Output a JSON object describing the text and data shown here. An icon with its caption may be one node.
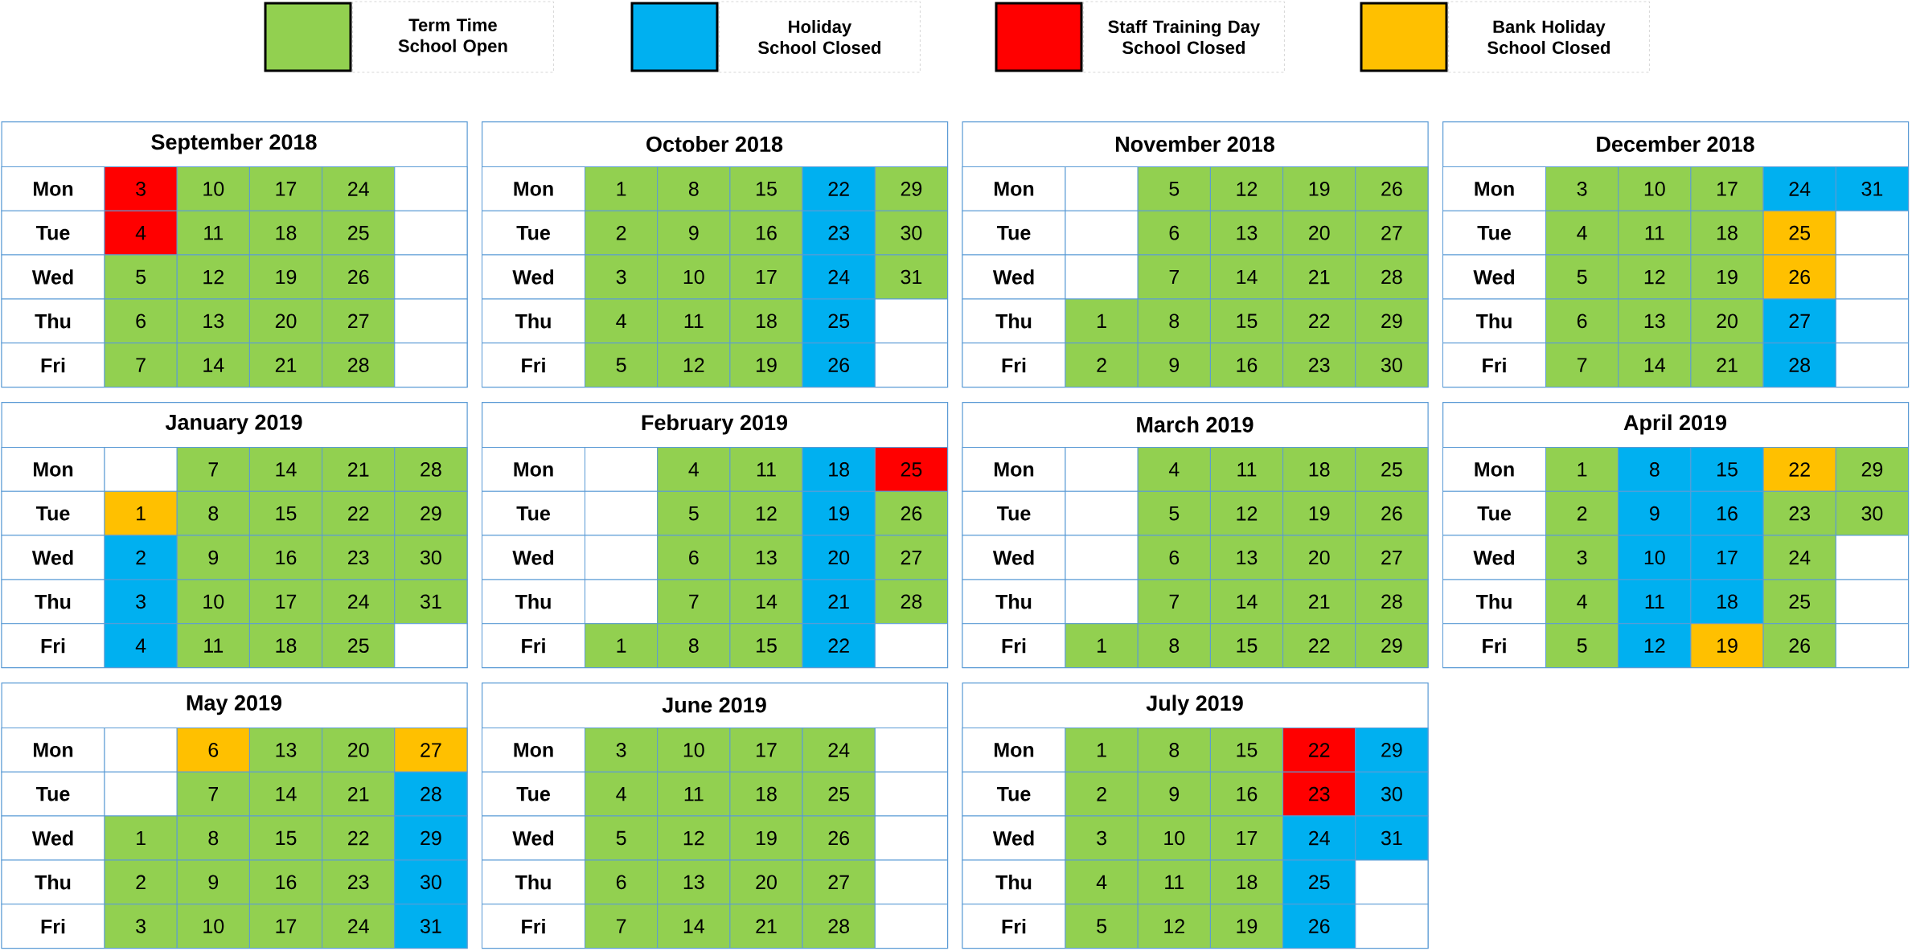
{
  "diagram": {
    "nodes": [
      {
        "text": [
          "September 2018"
        ]
      },
      {
        "text": [
          "Mon"
        ],
        "in": 0
      },
      {
        "text": [
          "3"
        ],
        "in": 0
      },
      {
        "text": [
          "10"
        ],
        "in": 0
      },
      {
        "text": [
          "17"
        ],
        "in": 0
      },
      {
        "text": [
          "24"
        ],
        "in": 0
      },
      {
        "text": [],
        "shape": "box",
        "in": 0
      },
      {
        "text": [
          "Tue"
        ],
        "in": 0
      },
      {
        "text": [
          "4"
        ],
        "in": 0
      },
      {
        "text": [
          "11"
        ],
        "in": 0
      },
      {
        "text": [
          "18"
        ],
        "in": 0
      },
      {
        "text": [
          "25"
        ],
        "in": 0
      },
      {
        "text": [],
        "shape": "box",
        "in": 0
      },
      {
        "text": [
          "Wed"
        ],
        "in": 0
      },
      {
        "text": [
          "5"
        ],
        "in": 0
      },
      {
        "text": [
          "12"
        ],
        "in": 0
      },
      {
        "text": [
          "19"
        ],
        "in": 0
      },
      {
        "text": [
          "26"
        ],
        "in": 0
      },
      {
        "text": [],
        "shape": "box",
        "in": 0
      },
      {
        "text": [
          "Thu"
        ],
        "in": 0
      },
      {
        "text": [
          "6"
        ],
        "in": 0
      },
      {
        "text": [
          "13"
        ],
        "in": 0
      },
      {
        "text": [
          "20"
        ],
        "in": 0
      },
      {
        "text": [
          "27"
        ],
        "in": 0
      },
      {
        "text": [],
        "shape": "box",
        "in": 0
      },
      {
        "text": [
          "Fri"
        ],
        "in": 0
      },
      {
        "text": [
          "7"
        ],
        "in": 0
      },
      {
        "text": [
          "14"
        ],
        "in": 0
      },
      {
        "text": [
          "21"
        ],
        "in": 0
      },
      {
        "text": [
          "28"
        ],
        "in": 0
      },
      {
        "text": [],
        "shape": "box",
        "in": 0
      },
      {
        "text": [
          "October 2018"
        ]
      },
      {
        "text": [
          "Mon"
        ],
        "in": 31
      },
      {
        "text": [
          "1"
        ],
        "in": 31
      },
      {
        "text": [
          "8"
        ],
        "in": 31
      },
      {
        "text": [
          "15"
        ],
        "in": 31
      },
      {
        "text": [
          "22"
        ],
        "in": 31
      },
      {
        "text": [
          "29"
        ],
        "in": 31
      },
      {
        "text": [
          "Tue"
        ],
        "in": 31
      },
      {
        "text": [
          "2"
        ],
        "in": 31
      },
      {
        "text": [
          "9"
        ],
        "in": 31
      },
      {
        "text": [
          "16"
        ],
        "in": 31
      },
      {
        "text": [
          "23"
        ],
        "in": 31
      },
      {
        "text": [
          "30"
        ],
        "in": 31
      },
      {
        "text": [
          "Wed"
        ],
        "in": 31
      },
      {
        "text": [
          "3"
        ],
        "in": 31
      },
      {
        "text": [
          "10"
        ],
        "in": 31
      },
      {
        "text": [
          "17"
        ],
        "in": 31
      },
      {
        "text": [
          "24"
        ],
        "in": 31
      },
      {
        "text": [
          "31"
        ],
        "in": 31
      },
      {
        "text": [
          "Thu"
        ],
        "in": 31
      },
      {
        "text": [
          "4"
        ],
        "in": 31
      },
      {
        "text": [
          "11"
        ],
        "in": 31
      },
      {
        "text": [
          "18"
        ],
        "in": 31
      },
      {
        "text": [
          "25"
        ],
        "in": 31
      },
      {
        "text": [],
        "shape": "box",
        "in": 31
      },
      {
        "text": [
          "Fri"
        ],
        "in": 31
      },
      {
        "text": [
          "5"
        ],
        "in": 31
      },
      {
        "text": [
          "12"
        ],
        "in": 31
      },
      {
        "text": [
          "19"
        ],
        "in": 31
      },
      {
        "text": [
          "26"
        ],
        "in": 31
      },
      {
        "text": [],
        "shape": "box",
        "in": 31
      },
      {
        "text": [
          "November 2018"
        ]
      },
      {
        "text": [
          "Mon"
        ],
        "in": 62
      },
      {
        "text": [],
        "shape": "box",
        "in": 62
      },
      {
        "text": [
          "5"
        ],
        "in": 62
      },
      {
        "text": [
          "12"
        ],
        "in": 62
      },
      {
        "text": [
          "19"
        ],
        "in": 62
      },
      {
        "text": [
          "26"
        ],
        "in": 62
      },
      {
        "text": [
          "Tue"
        ],
        "in": 62
      },
      {
        "text": [],
        "shape": "box",
        "in": 62
      },
      {
        "text": [
          "6"
        ],
        "in": 62
      },
      {
        "text": [
          "13"
        ],
        "in": 62
      },
      {
        "text": [
          "20"
        ],
        "in": 62
      },
      {
        "text": [
          "27"
        ],
        "in": 62
      },
      {
        "text": [
          "Wed"
        ],
        "in": 62
      },
      {
        "text": [],
        "shape": "box",
        "in": 62
      },
      {
        "text": [
          "7"
        ],
        "in": 62
      },
      {
        "text": [
          "14"
        ],
        "in": 62
      },
      {
        "text": [
          "21"
        ],
        "in": 62
      },
      {
        "text": [
          "28"
        ],
        "in": 62
      },
      {
        "text": [
          "Thu"
        ],
        "in": 62
      },
      {
        "text": [
          "1"
        ],
        "in": 62
      },
      {
        "text": [
          "8"
        ],
        "in": 62
      },
      {
        "text": [
          "15"
        ],
        "in": 62
      },
      {
        "text": [
          "22"
        ],
        "in": 62
      },
      {
        "text": [
          "29"
        ],
        "in": 62
      },
      {
        "text": [
          "Fri"
        ],
        "in": 62
      },
      {
        "text": [
          "2"
        ],
        "in": 62
      },
      {
        "text": [
          "9"
        ],
        "in": 62
      },
      {
        "text": [
          "16"
        ],
        "in": 62
      },
      {
        "text": [
          "23"
        ],
        "in": 62
      },
      {
        "text": [
          "30"
        ],
        "in": 62
      },
      {
        "text": [
          "December 2018"
        ]
      },
      {
        "text": [
          "Mon"
        ],
        "in": 93
      },
      {
        "text": [
          "3"
        ],
        "in": 93
      },
      {
        "text": [
          "10"
        ],
        "in": 93
      },
      {
        "text": [
          "17"
        ],
        "in": 93
      },
      {
        "text": [
          "24"
        ],
        "in": 93
      },
      {
        "text": [
          "31"
        ],
        "in": 93
      },
      {
        "text": [
          "Tue"
        ],
        "in": 93
      },
      {
        "text": [
          "4"
        ],
        "in": 93
      },
      {
        "text": [
          "11"
        ],
        "in": 93
      },
      {
        "text": [
          "18"
        ],
        "in": 93
      },
      {
        "text": [
          "25"
        ],
        "in": 93
      },
      {
        "text": [],
        "shape": "box",
        "in": 93
      },
      {
        "text": [
          "Wed"
        ],
        "in": 93
      },
      {
        "text": [
          "5"
        ],
        "in": 93
      },
      {
        "text": [
          "12"
        ],
        "in": 93
      },
      {
        "text": [
          "19"
        ],
        "in": 93
      },
      {
        "text": [
          "26"
        ],
        "in": 93
      },
      {
        "text": [],
        "shape": "box",
        "in": 93
      },
      {
        "text": [
          "Thu"
        ],
        "in": 93
      },
      {
        "text": [
          "6"
        ],
        "in": 93
      },
      {
        "text": [
          "13"
        ],
        "in": 93
      },
      {
        "text": [
          "20"
        ],
        "in": 93
      },
      {
        "text": [
          "27"
        ],
        "in": 93
      },
      {
        "text": [],
        "shape": "box",
        "in": 93
      },
      {
        "text": [
          "Fri"
        ],
        "in": 93
      },
      {
        "text": [
          "7"
        ],
        "in": 93
      },
      {
        "text": [
          "14"
        ],
        "in": 93
      },
      {
        "text": [
          "21"
        ],
        "in": 93
      },
      {
        "text": [
          "28"
        ],
        "in": 93
      },
      {
        "text": [],
        "shape": "box",
        "in": 93
      },
      {
        "text": [
          "January 2019"
        ]
      },
      {
        "text": [
          "Mon"
        ],
        "in": 124
      },
      {
        "text": [],
        "shape": "box",
        "in": 124
      },
      {
        "text": [
          "7"
        ],
        "in": 124
      },
      {
        "text": [
          "14"
        ],
        "in": 124
      },
      {
        "text": [
          "21"
        ],
        "in": 124
      },
      {
        "text": [
          "28"
        ],
        "in": 124
      },
      {
        "text": [
          "Tue"
        ],
        "in": 124
      },
      {
        "text": [
          "1"
        ],
        "in": 124
      },
      {
        "text": [
          "8"
        ],
        "in": 124
      },
      {
        "text": [
          "15"
        ],
        "in": 124
      },
      {
        "text": [
          "22"
        ],
        "in": 124
      },
      {
        "text": [
          "29"
        ],
        "in": 124
      },
      {
        "text": [
          "Wed"
        ],
        "in": 124
      },
      {
        "text": [
          "2"
        ],
        "in": 124
      },
      {
        "text": [
          "9"
        ],
        "in": 124
      },
      {
        "text": [
          "16"
        ],
        "in": 124
      },
      {
        "text": [
          "23"
        ],
        "in": 124
      },
      {
        "text": [
          "30"
        ],
        "in": 124
      },
      {
        "text": [
          "Thu"
        ],
        "in": 124
      },
      {
        "text": [
          "3"
        ],
        "in": 124
      },
      {
        "text": [
          "10"
        ],
        "in": 124
      },
      {
        "text": [
          "17"
        ],
        "in": 124
      },
      {
        "text": [
          "24"
        ],
        "in": 124
      },
      {
        "text": [
          "31"
        ],
        "in": 124
      },
      {
        "text": [
          "Fri"
        ],
        "in": 124
      },
      {
        "text": [
          "4"
        ],
        "in": 124
      },
      {
        "text": [
          "11"
        ],
        "in": 124
      },
      {
        "text": [
          "18"
        ],
        "in": 124
      },
      {
        "text": [
          "25"
        ],
        "in": 124
      },
      {
        "text": [],
        "shape": "box",
        "in": 124
      },
      {
        "text": [
          "February 2019"
        ]
      },
      {
        "text": [
          "Mon"
        ],
        "in": 155
      },
      {
        "text": [],
        "shape": "box",
        "in": 155
      },
      {
        "text": [
          "4"
        ],
        "in": 155
      },
      {
        "text": [
          "11"
        ],
        "in": 155
      },
      {
        "text": [
          "18"
        ],
        "in": 155
      },
      {
        "text": [
          "25"
        ],
        "in": 155
      },
      {
        "text": [
          "Tue"
        ],
        "in": 155
      },
      {
        "text": [],
        "shape": "box",
        "in": 155
      },
      {
        "text": [
          "5"
        ],
        "in": 155
      },
      {
        "text": [
          "12"
        ],
        "in": 155
      },
      {
        "text": [
          "19"
        ],
        "in": 155
      },
      {
        "text": [
          "26"
        ],
        "in": 155
      },
      {
        "text": [
          "Wed"
        ],
        "in": 155
      },
      {
        "text": [],
        "shape": "box",
        "in": 155
      },
      {
        "text": [
          "6"
        ],
        "in": 155
      },
      {
        "text": [
          "13"
        ],
        "in": 155
      },
      {
        "text": [
          "20"
        ],
        "in": 155
      },
      {
        "text": [
          "27"
        ],
        "in": 155
      },
      {
        "text": [
          "Thu"
        ],
        "in": 155
      },
      {
        "text": [],
        "shape": "box",
        "in": 155
      },
      {
        "text": [
          "7"
        ],
        "in": 155
      },
      {
        "text": [
          "14"
        ],
        "in": 155
      },
      {
        "text": [
          "21"
        ],
        "in": 155
      },
      {
        "text": [
          "28"
        ],
        "in": 155
      },
      {
        "text": [
          "Fri"
        ],
        "in": 155
      },
      {
        "text": [
          "1"
        ],
        "in": 155
      },
      {
        "text": [
          "8"
        ],
        "in": 155
      },
      {
        "text": [
          "15"
        ],
        "in": 155
      },
      {
        "text": [
          "22"
        ],
        "in": 155
      },
      {
        "text": [],
        "shape": "box",
        "in": 155
      },
      {
        "text": [
          "March 2019"
        ]
      },
      {
        "text": [
          "Mon"
        ],
        "in": 186
      },
      {
        "text": [],
        "shape": "box",
        "in": 186
      },
      {
        "text": [
          "4"
        ],
        "in": 186
      },
      {
        "text": [
          "11"
        ],
        "in": 186
      },
      {
        "text": [
          "18"
        ],
        "in": 186
      },
      {
        "text": [
          "25"
        ],
        "in": 186
      },
      {
        "text": [
          "Tue"
        ],
        "in": 186
      },
      {
        "text": [],
        "shape": "box",
        "in": 186
      },
      {
        "text": [
          "5"
        ],
        "in": 186
      },
      {
        "text": [
          "12"
        ],
        "in": 186
      },
      {
        "text": [
          "19"
        ],
        "in": 186
      },
      {
        "text": [
          "26"
        ],
        "in": 186
      },
      {
        "text": [
          "Wed"
        ],
        "in": 186
      },
      {
        "text": [],
        "shape": "box",
        "in": 186
      },
      {
        "text": [
          "6"
        ],
        "in": 186
      },
      {
        "text": [
          "13"
        ],
        "in": 186
      },
      {
        "text": [
          "20"
        ],
        "in": 186
      },
      {
        "text": [
          "27"
        ],
        "in": 186
      },
      {
        "text": [
          "Thu"
        ],
        "in": 186
      },
      {
        "text": [],
        "shape": "box",
        "in": 186
      },
      {
        "text": [
          "7"
        ],
        "in": 186
      },
      {
        "text": [
          "14"
        ],
        "in": 186
      },
      {
        "text": [
          "21"
        ],
        "in": 186
      },
      {
        "text": [
          "28"
        ],
        "in": 186
      },
      {
        "text": [
          "Fri"
        ],
        "in": 186
      },
      {
        "text": [
          "1"
        ],
        "in": 186
      },
      {
        "text": [
          "8"
        ],
        "in": 186
      },
      {
        "text": [
          "15"
        ],
        "in": 186
      },
      {
        "text": [
          "22"
        ],
        "in": 186
      },
      {
        "text": [
          "29"
        ],
        "in": 186
      },
      {
        "text": [
          "April 2019"
        ]
      },
      {
        "text": [
          "Mon"
        ],
        "in": 217
      },
      {
        "text": [
          "1"
        ],
        "in": 217
      },
      {
        "text": [
          "8"
        ],
        "in": 217
      },
      {
        "text": [
          "15"
        ],
        "in": 217
      },
      {
        "text": [
          "22"
        ],
        "in": 217
      },
      {
        "text": [
          "29"
        ],
        "in": 217
      },
      {
        "text": [
          "Tue"
        ],
        "in": 217
      },
      {
        "text": [
          "2"
        ],
        "in": 217
      },
      {
        "text": [
          "9"
        ],
        "in": 217
      },
      {
        "text": [
          "16"
        ],
        "in": 217
      },
      {
        "text": [
          "23"
        ],
        "in": 217
      },
      {
        "text": [
          "30"
        ],
        "in": 217
      },
      {
        "text": [
          "Wed"
        ],
        "in": 217
      },
      {
        "text": [
          "3"
        ],
        "in": 217
      },
      {
        "text": [
          "10"
        ],
        "in": 217
      },
      {
        "text": [
          "17"
        ],
        "in": 217
      },
      {
        "text": [
          "24"
        ],
        "in": 217
      },
      {
        "text": [],
        "shape": "box",
        "in": 217
      },
      {
        "text": [
          "Thu"
        ],
        "in": 217
      },
      {
        "text": [
          "4"
        ],
        "in": 217
      },
      {
        "text": [
          "11"
        ],
        "in": 217
      },
      {
        "text": [
          "18"
        ],
        "in": 217
      },
      {
        "text": [
          "25"
        ],
        "in": 217
      },
      {
        "text": [],
        "shape": "box",
        "in": 217
      },
      {
        "text": [
          "Fri"
        ],
        "in": 217
      },
      {
        "text": [
          "5"
        ],
        "in": 217
      },
      {
        "text": [
          "12"
        ],
        "in": 217
      },
      {
        "text": [
          "19"
        ],
        "in": 217
      },
      {
        "text": [
          "26"
        ],
        "in": 217
      },
      {
        "text": [],
        "shape": "box",
        "in": 217
      },
      {
        "text": [
          "May 2019"
        ]
      },
      {
        "text": [
          "Mon"
        ],
        "in": 248
      },
      {
        "text": [],
        "shape": "box",
        "in": 248
      },
      {
        "text": [
          "6"
        ],
        "in": 248
      },
      {
        "text": [
          "13"
        ],
        "in": 248
      },
      {
        "text": [
          "20"
        ],
        "in": 248
      },
      {
        "text": [
          "27"
        ],
        "in": 248
      },
      {
        "text": [
          "Tue"
        ],
        "in": 248
      },
      {
        "text": [],
        "shape": "box",
        "in": 248
      },
      {
        "text": [
          "7"
        ],
        "in": 248
      },
      {
        "text": [
          "14"
        ],
        "in": 248
      },
      {
        "text": [
          "21"
        ],
        "in": 248
      },
      {
        "text": [
          "28"
        ],
        "in": 248
      },
      {
        "text": [
          "Wed"
        ],
        "in": 248
      },
      {
        "text": [
          "1"
        ],
        "in": 248
      },
      {
        "text": [
          "8"
        ],
        "in": 248
      },
      {
        "text": [
          "15"
        ],
        "in": 248
      },
      {
        "text": [
          "22"
        ],
        "in": 248
      },
      {
        "text": [
          "29"
        ],
        "in": 248
      },
      {
        "text": [
          "Thu"
        ],
        "in": 248
      },
      {
        "text": [
          "2"
        ],
        "in": 248
      },
      {
        "text": [
          "9"
        ],
        "in": 248
      },
      {
        "text": [
          "16"
        ],
        "in": 248
      },
      {
        "text": [
          "23"
        ],
        "in": 248
      },
      {
        "text": [
          "30"
        ],
        "in": 248
      },
      {
        "text": [
          "Fri"
        ],
        "in": 248
      },
      {
        "text": [
          "3"
        ],
        "in": 248
      },
      {
        "text": [
          "10"
        ],
        "in": 248
      },
      {
        "text": [
          "17"
        ],
        "in": 248
      },
      {
        "text": [
          "24"
        ],
        "in": 248
      },
      {
        "text": [
          "31"
        ],
        "in": 248
      },
      {
        "text": [
          "June 2019"
        ]
      },
      {
        "text": [
          "Mon"
        ],
        "in": 279
      },
      {
        "text": [
          "3"
        ],
        "in": 279
      },
      {
        "text": [
          "10"
        ],
        "in": 279
      },
      {
        "text": [
          "17"
        ],
        "in": 279
      },
      {
        "text": [
          "24"
        ],
        "in": 279
      },
      {
        "text": [],
        "shape": "box",
        "in": 279
      },
      {
        "text": [
          "Tue"
        ],
        "in": 279
      },
      {
        "text": [
          "4"
        ],
        "in": 279
      },
      {
        "text": [
          "11"
        ],
        "in": 279
      },
      {
        "text": [
          "18"
        ],
        "in": 279
      },
      {
        "text": [
          "25"
        ],
        "in": 279
      },
      {
        "text": [],
        "shape": "box",
        "in": 279
      },
      {
        "text": [
          "Wed"
        ],
        "in": 279
      },
      {
        "text": [
          "5"
        ],
        "in": 279
      },
      {
        "text": [
          "12"
        ],
        "in": 279
      },
      {
        "text": [
          "19"
        ],
        "in": 279
      },
      {
        "text": [
          "26"
        ],
        "in": 279
      },
      {
        "text": [],
        "shape": "box",
        "in": 279
      },
      {
        "text": [
          "Thu"
        ],
        "in": 279
      },
      {
        "text": [
          "6"
        ],
        "in": 279
      },
      {
        "text": [
          "13"
        ],
        "in": 279
      },
      {
        "text": [
          "20"
        ],
        "in": 279
      },
      {
        "text": [
          "27"
        ],
        "in": 279
      },
      {
        "text": [],
        "shape": "box",
        "in": 279
      },
      {
        "text": [
          "Fri"
        ],
        "in": 279
      },
      {
        "text": [
          "7"
        ],
        "in": 279
      },
      {
        "text": [
          "14"
        ],
        "in": 279
      },
      {
        "text": [
          "21"
        ],
        "in": 279
      },
      {
        "text": [
          "28"
        ],
        "in": 279
      },
      {
        "text": [],
        "shape": "box",
        "in": 279
      },
      {
        "text": [
          "July 2019"
        ]
      },
      {
        "text": [
          "Mon"
        ],
        "in": 310
      },
      {
        "text": [
          "1"
        ],
        "in": 310
      },
      {
        "text": [
          "8"
        ],
        "in": 310
      },
      {
        "text": [
          "15"
        ],
        "in": 310
      },
      {
        "text": [
          "22"
        ],
        "in": 310
      },
      {
        "text": [
          "29"
        ],
        "in": 310
      },
      {
        "text": [
          "Tue"
        ],
        "in": 310
      },
      {
        "text": [
          "2"
        ],
        "in": 310
      },
      {
        "text": [
          "9"
        ],
        "in": 310
      },
      {
        "text": [
          "16"
        ],
        "in": 310
      },
      {
        "text": [
          "23"
        ],
        "in": 310
      },
      {
        "text": [
          "30"
        ],
        "in": 310
      },
      {
        "text": [
          "Wed"
        ],
        "in": 310
      },
      {
        "text": [
          "3"
        ],
        "in": 310
      },
      {
        "text": [
          "10"
        ],
        "in": 310
      },
      {
        "text": [
          "17"
        ],
        "in": 310
      },
      {
        "text": [
          "24"
        ],
        "in": 310
      },
      {
        "text": [
          "31"
        ],
        "in": 310
      },
      {
        "text": [
          "Thu"
        ],
        "in": 310
      },
      {
        "text": [
          "4"
        ],
        "in": 310
      },
      {
        "text": [
          "11"
        ],
        "in": 310
      },
      {
        "text": [
          "18"
        ],
        "in": 310
      },
      {
        "text": [
          "25"
        ],
        "in": 310
      },
      {
        "text": [],
        "shape": "box",
        "in": 310
      },
      {
        "text": [
          "Fri"
        ],
        "in": 310
      },
      {
        "text": [
          "5"
        ],
        "in": 310
      },
      {
        "text": [
          "12"
        ],
        "in": 310
      },
      {
        "text": [
          "19"
        ],
        "in": 310
      },
      {
        "text": [
          "26"
        ],
        "in": 310
      },
      {
        "text": [],
        "shape": "box",
        "in": 310
      }
    ],
    "legend": [
      {
        "text": "Term Time School Open",
        "color": "#92d050"
      },
      {
        "text": "Holiday School Closed",
        "color": "#00b0f0"
      },
      {
        "text": "Staff Training Day School Closed",
        "color": "#ff0000"
      },
      {
        "text": "Bank Holiday School Closed",
        "color": "#ffc000"
      }
    ]
  }
}
